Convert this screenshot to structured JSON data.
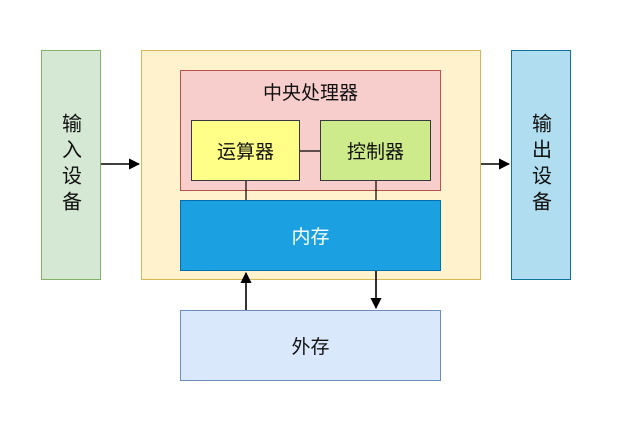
{
  "diagram": {
    "input_device": {
      "label": "输入设备"
    },
    "output_device": {
      "label": "输出设备"
    },
    "cpu": {
      "title": "中央处理器",
      "alu": {
        "label": "运算器"
      },
      "control_unit": {
        "label": "控制器"
      }
    },
    "memory": {
      "label": "内存"
    },
    "storage": {
      "label": "外存"
    }
  },
  "colors": {
    "input_fill": "#d5e8d4",
    "output_fill": "#b1ddf0",
    "host_fill": "#fff2cc",
    "cpu_fill": "#f8cecc",
    "alu_fill": "#ffff88",
    "control_fill": "#cdeb8b",
    "memory_fill": "#1ba1e2",
    "storage_fill": "#dae8fc"
  }
}
